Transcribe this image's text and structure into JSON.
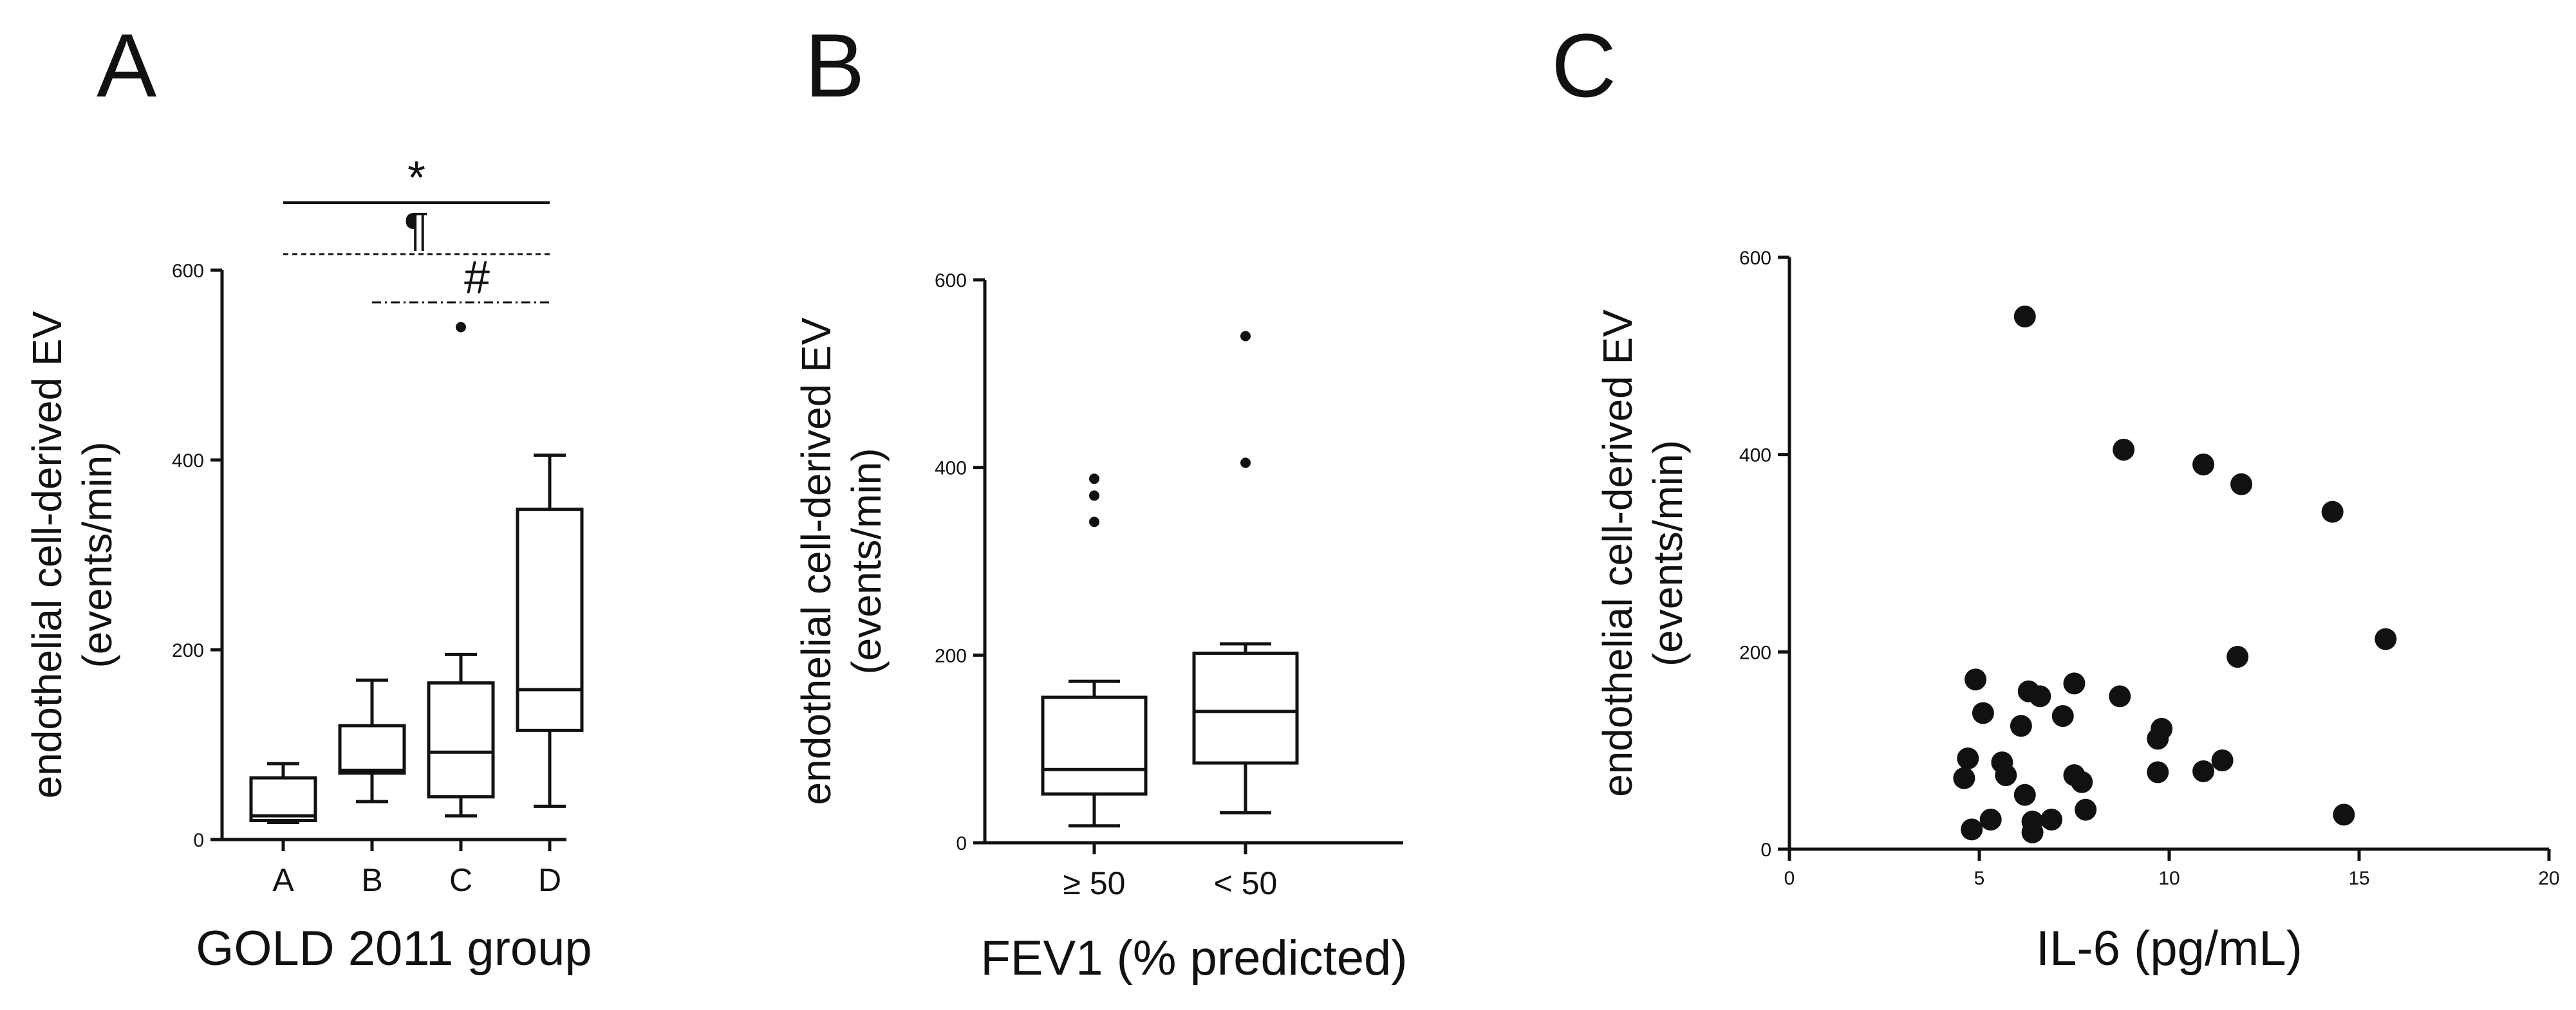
{
  "colors": {
    "ink": "#111111",
    "background": "#ffffff"
  },
  "chart_data": [
    {
      "panel": "A",
      "type": "box",
      "ylabel_line1": "endothelial cell-derived EV",
      "ylabel_line2": "(events/min)",
      "xlabel": "GOLD 2011 group",
      "ylim": [
        0,
        600
      ],
      "yticks": [
        0,
        200,
        400,
        600
      ],
      "categories": [
        "A",
        "B",
        "C",
        "D"
      ],
      "boxes": [
        {
          "category": "A",
          "whisker_low": 18,
          "q1": 20,
          "median": 25,
          "q3": 65,
          "whisker_high": 80,
          "outliers": []
        },
        {
          "category": "B",
          "whisker_low": 40,
          "q1": 70,
          "median": 73,
          "q3": 120,
          "whisker_high": 168,
          "outliers": []
        },
        {
          "category": "C",
          "whisker_low": 25,
          "q1": 45,
          "median": 92,
          "q3": 165,
          "whisker_high": 195,
          "outliers": [
            540
          ]
        },
        {
          "category": "D",
          "whisker_low": 35,
          "q1": 115,
          "median": 158,
          "q3": 348,
          "whisker_high": 405,
          "outliers": []
        }
      ],
      "significance": [
        {
          "symbol": "*",
          "from": "A",
          "to": "D",
          "line": "solid"
        },
        {
          "symbol": "¶",
          "from": "A",
          "to": "D",
          "line": "dashed"
        },
        {
          "symbol": "#",
          "from": "B",
          "to": "D",
          "line": "dashdot"
        }
      ]
    },
    {
      "panel": "B",
      "type": "box",
      "ylabel_line1": "endothelial cell-derived EV",
      "ylabel_line2": "(events/min)",
      "xlabel": "FEV1 (% predicted)",
      "ylim": [
        0,
        600
      ],
      "yticks": [
        0,
        200,
        400,
        600
      ],
      "categories": [
        "≥ 50",
        "< 50"
      ],
      "boxes": [
        {
          "category": "≥ 50",
          "whisker_low": 18,
          "q1": 52,
          "median": 78,
          "q3": 155,
          "whisker_high": 172,
          "outliers": [
            342,
            370,
            388
          ]
        },
        {
          "category": "< 50",
          "whisker_low": 32,
          "q1": 85,
          "median": 140,
          "q3": 202,
          "whisker_high": 212,
          "outliers": [
            405,
            540
          ]
        }
      ]
    },
    {
      "panel": "C",
      "type": "scatter",
      "ylabel_line1": "endothelial cell-derived EV",
      "ylabel_line2": "(events/min)",
      "xlabel": "IL-6 (pg/mL)",
      "xlim": [
        0,
        20
      ],
      "ylim": [
        0,
        600
      ],
      "xticks": [
        0,
        5,
        10,
        15,
        20
      ],
      "yticks": [
        0,
        200,
        400,
        600
      ],
      "points": [
        {
          "x": 6.2,
          "y": 540
        },
        {
          "x": 8.8,
          "y": 405
        },
        {
          "x": 10.9,
          "y": 390
        },
        {
          "x": 11.9,
          "y": 370
        },
        {
          "x": 14.3,
          "y": 342
        },
        {
          "x": 15.7,
          "y": 213
        },
        {
          "x": 11.8,
          "y": 195
        },
        {
          "x": 4.9,
          "y": 172
        },
        {
          "x": 7.5,
          "y": 168
        },
        {
          "x": 6.3,
          "y": 160
        },
        {
          "x": 6.6,
          "y": 155
        },
        {
          "x": 8.7,
          "y": 155
        },
        {
          "x": 5.1,
          "y": 138
        },
        {
          "x": 7.2,
          "y": 135
        },
        {
          "x": 6.1,
          "y": 125
        },
        {
          "x": 9.8,
          "y": 122
        },
        {
          "x": 9.7,
          "y": 112
        },
        {
          "x": 4.7,
          "y": 92
        },
        {
          "x": 5.6,
          "y": 88
        },
        {
          "x": 11.4,
          "y": 90
        },
        {
          "x": 9.7,
          "y": 78
        },
        {
          "x": 10.9,
          "y": 79
        },
        {
          "x": 7.5,
          "y": 75
        },
        {
          "x": 4.6,
          "y": 72
        },
        {
          "x": 5.7,
          "y": 75
        },
        {
          "x": 7.7,
          "y": 68
        },
        {
          "x": 6.2,
          "y": 55
        },
        {
          "x": 7.8,
          "y": 40
        },
        {
          "x": 14.6,
          "y": 35
        },
        {
          "x": 6.9,
          "y": 30
        },
        {
          "x": 5.3,
          "y": 30
        },
        {
          "x": 6.4,
          "y": 28
        },
        {
          "x": 4.8,
          "y": 20
        },
        {
          "x": 6.4,
          "y": 17
        }
      ]
    }
  ]
}
